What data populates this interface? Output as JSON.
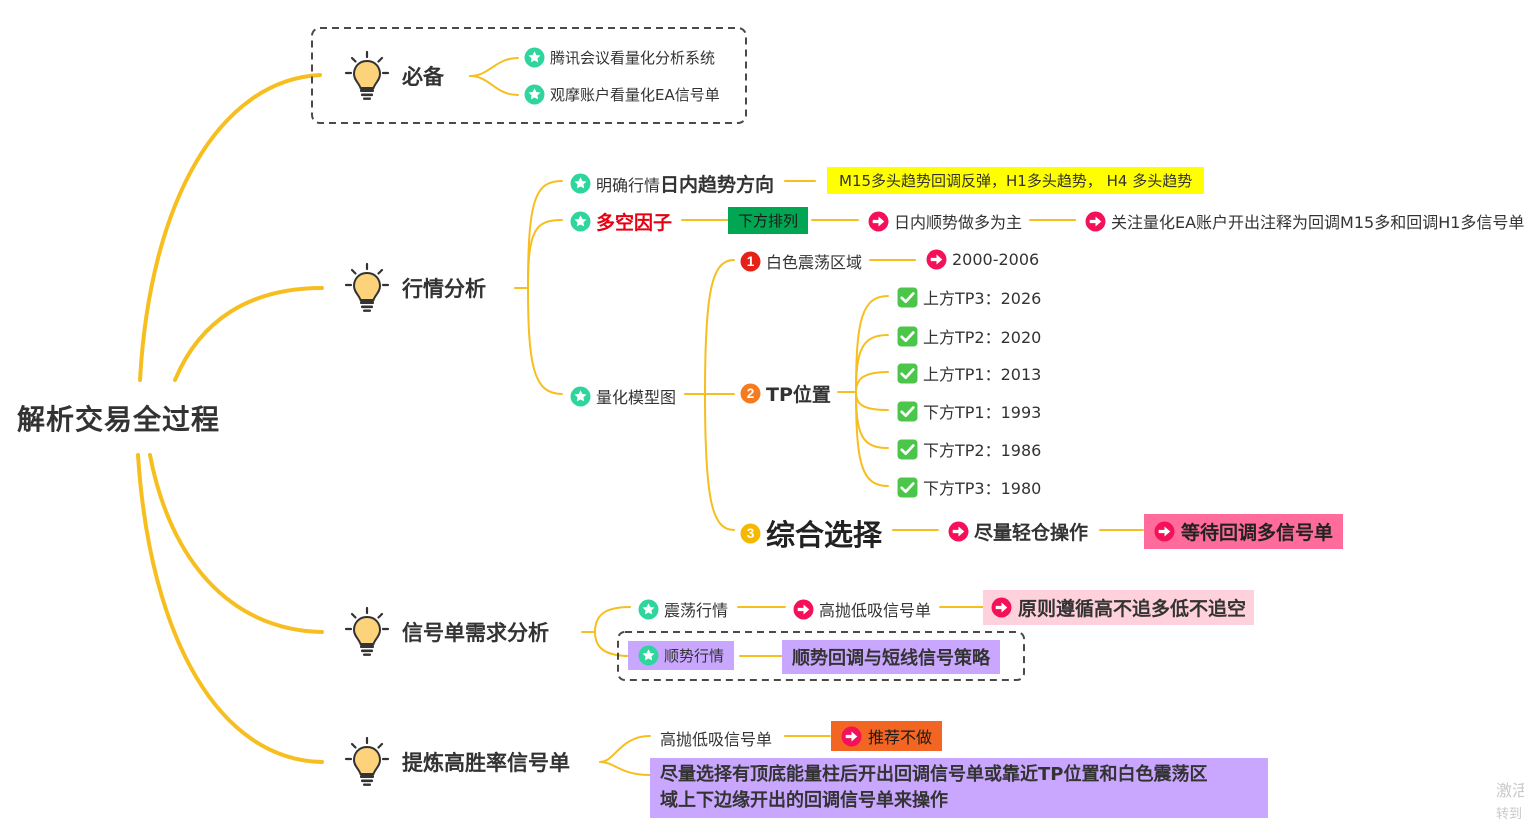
{
  "root": "解析交易全过程",
  "branches": {
    "bibei": {
      "label": "必备",
      "items": [
        "腾讯会议看量化分析系统",
        "观摩账户看量化EA信号单"
      ]
    },
    "hangqing": {
      "label": "行情分析",
      "trend": {
        "prefix": "明确行情",
        "bold": "日内趋势方向",
        "note": "M15多头趋势回调反弹，H1多头趋势， H4 多头趋势"
      },
      "factor": {
        "label": "多空因子",
        "tag": "下方排列",
        "step1": "日内顺势做多为主",
        "step2": "关注量化EA账户开出注释为回调M15多和回调H1多信号单"
      },
      "model": {
        "label": "量化模型图",
        "zone": {
          "num": "1",
          "label": "白色震荡区域",
          "value": "2000-2006"
        },
        "tp": {
          "num": "2",
          "label": "TP位置",
          "items": [
            "上方TP3：2026",
            "上方TP2：2020",
            "上方TP1：2013",
            "下方TP1：1993",
            "下方TP2：1986",
            "下方TP3：1980"
          ]
        },
        "combo": {
          "num": "3",
          "label": "综合选择",
          "step1": "尽量轻仓操作",
          "step2": "等待回调多信号单"
        }
      }
    },
    "xinhao": {
      "label": "信号单需求分析",
      "range": {
        "label": "震荡行情",
        "step1": "高抛低吸信号单",
        "step2": "原则遵循高不追多低不追空"
      },
      "trend": {
        "label": "顺势行情",
        "note": "顺势回调与短线信号策略"
      }
    },
    "tilian": {
      "label": "提炼高胜率信号单",
      "item1": {
        "label": "高抛低吸信号单",
        "tag": "推荐不做"
      },
      "item2_line1": "尽量选择有顶底能量柱后开出回调信号单或靠近TP位置和白色震荡区",
      "item2_line2": "域上下边缘开出的回调信号单来操作"
    }
  },
  "corner": {
    "line1": "激活",
    "line2": "转到"
  },
  "colors": {
    "branch": "#f7be1f",
    "star": "#2ed59c",
    "arrow": "#f5115a",
    "check": "#4cc64a",
    "num1": "#e62117",
    "num2": "#f47b20",
    "num3": "#f5b800"
  }
}
